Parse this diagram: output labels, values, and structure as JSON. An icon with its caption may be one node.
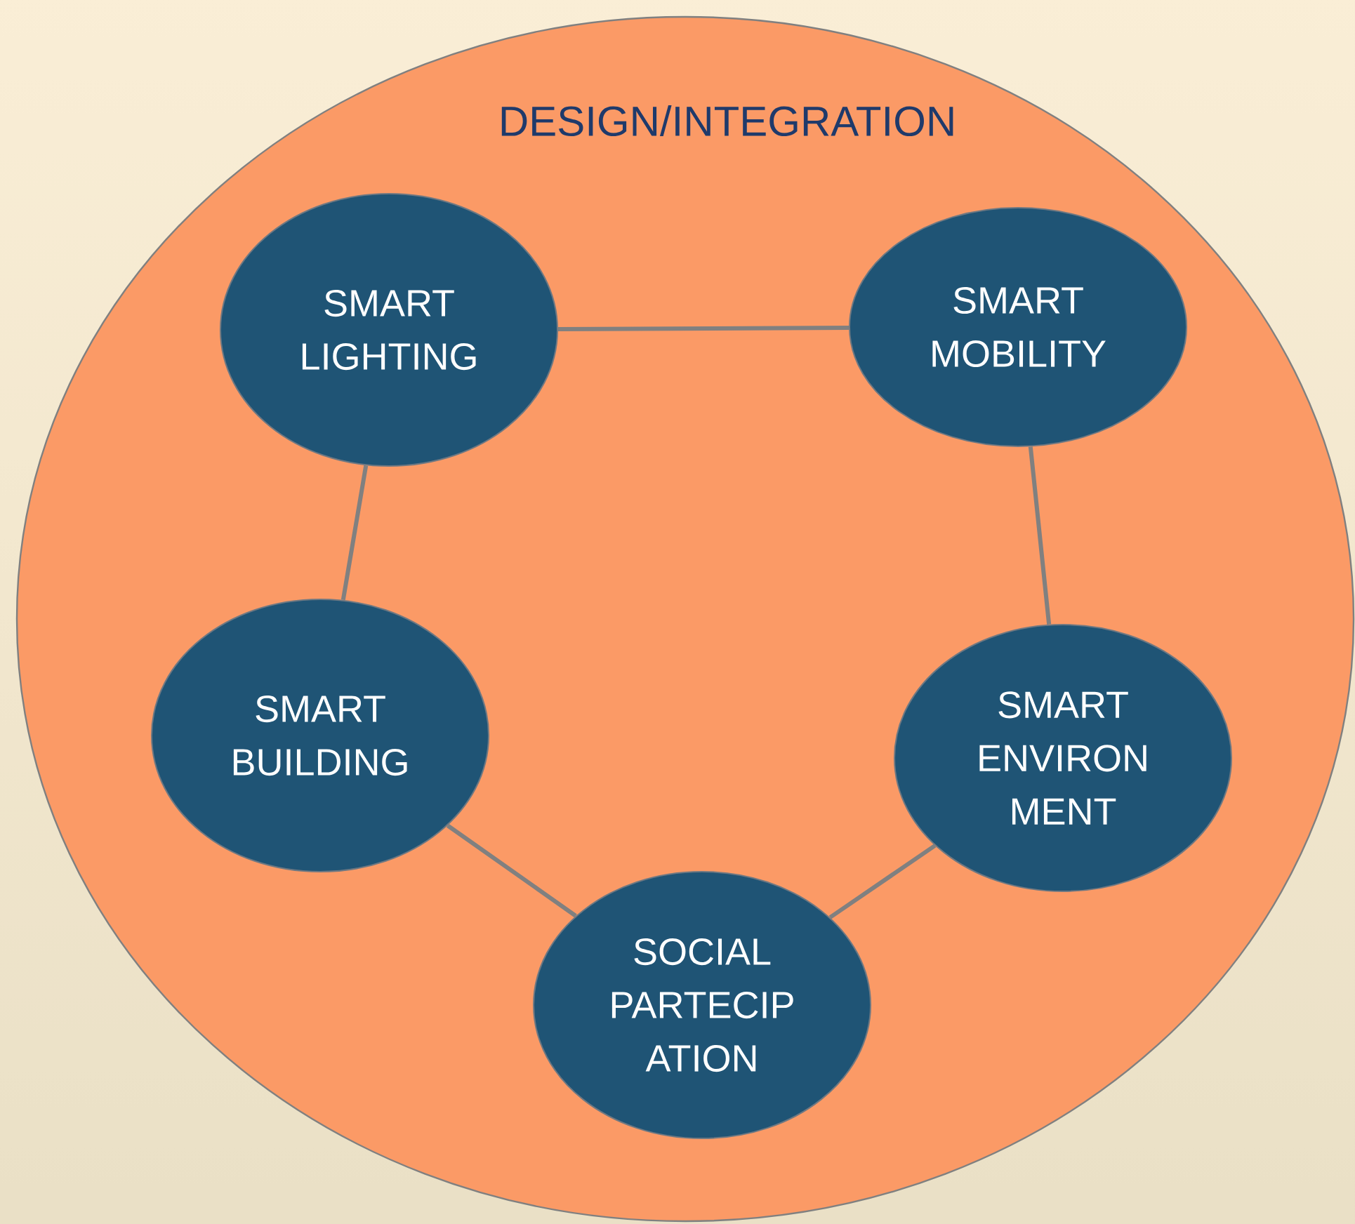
{
  "diagram": {
    "nodes": [
      {
        "text": [
          "DESIGN/INTEGRATION"
        ]
      },
      {
        "text": [
          "SMART LIGHTING"
        ],
        "in": 0
      },
      {
        "text": [
          "SMART MOBILITY"
        ],
        "in": 0
      },
      {
        "text": [
          "SMART BUILDING"
        ],
        "in": 0
      },
      {
        "text": [
          "SMART ENVIRON MENT"
        ],
        "in": 0
      },
      {
        "text": [
          "SOCIAL PARTECIP ATION"
        ],
        "in": 0
      }
    ],
    "edges": [
      {
        "from": 1,
        "to": 2,
        "arrow": "none"
      },
      {
        "from": 2,
        "to": 4,
        "arrow": "none"
      },
      {
        "from": 4,
        "to": 5,
        "arrow": "none"
      },
      {
        "from": 5,
        "to": 3,
        "arrow": "none"
      },
      {
        "from": 3,
        "to": 1,
        "arrow": "none"
      }
    ]
  }
}
